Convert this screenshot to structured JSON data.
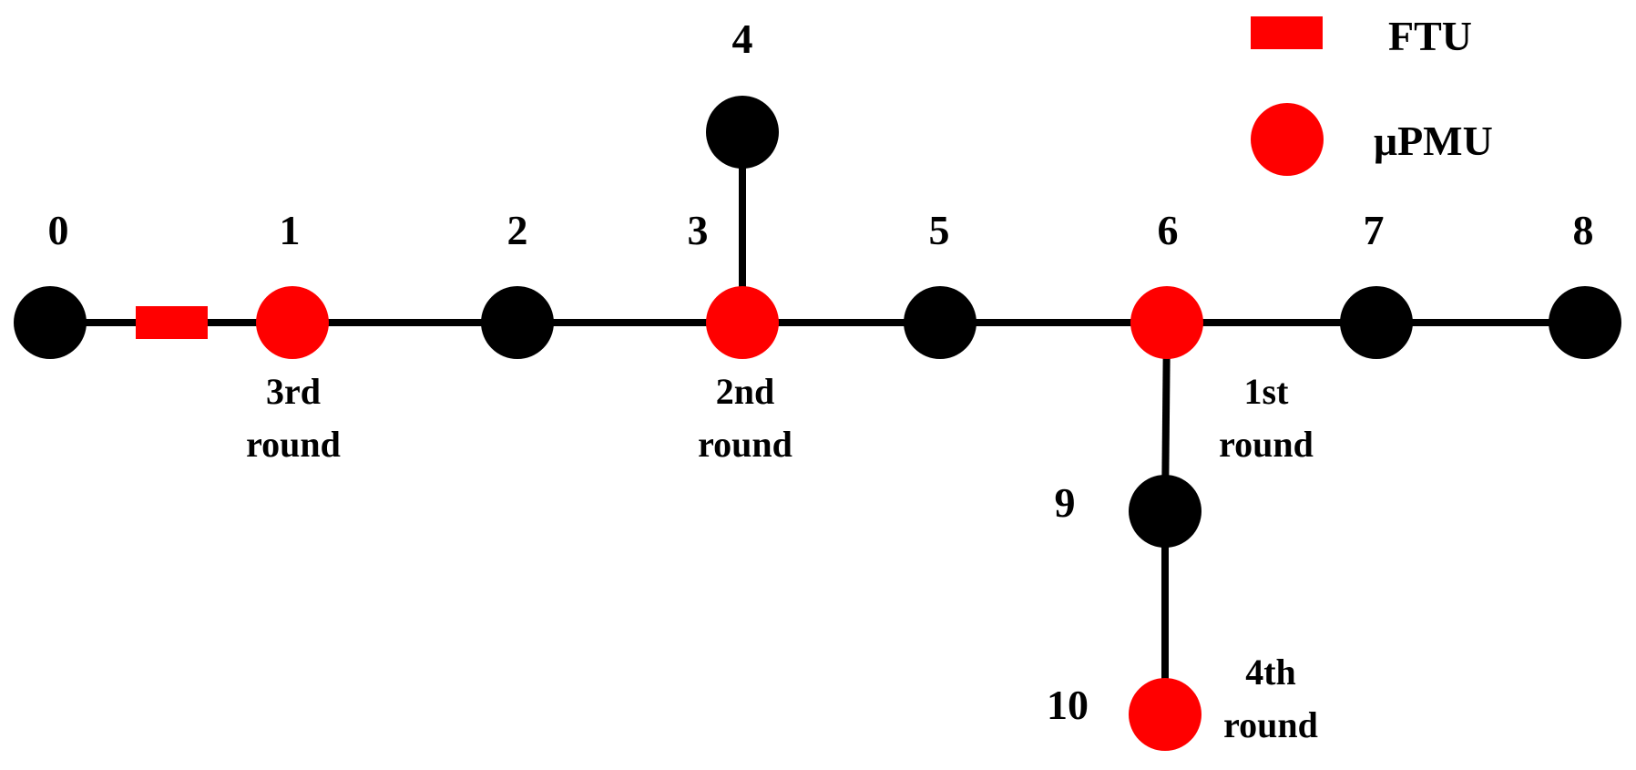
{
  "colors": {
    "line": "#000000",
    "plain_node": "#000000",
    "pmu_node": "#ff0000",
    "ftu": "#ff0000"
  },
  "legend": {
    "ftu_label": "FTU",
    "pmu_label": "μPMU"
  },
  "nodes": [
    {
      "id": "0",
      "label": "0",
      "type": "plain"
    },
    {
      "id": "1",
      "label": "1",
      "type": "pmu"
    },
    {
      "id": "2",
      "label": "2",
      "type": "plain"
    },
    {
      "id": "3",
      "label": "3",
      "type": "pmu"
    },
    {
      "id": "4",
      "label": "4",
      "type": "plain"
    },
    {
      "id": "5",
      "label": "5",
      "type": "plain"
    },
    {
      "id": "6",
      "label": "6",
      "type": "pmu"
    },
    {
      "id": "7",
      "label": "7",
      "type": "plain"
    },
    {
      "id": "8",
      "label": "8",
      "type": "plain"
    },
    {
      "id": "9",
      "label": "9",
      "type": "plain"
    },
    {
      "id": "10",
      "label": "10",
      "type": "pmu"
    }
  ],
  "edges": [
    {
      "from": "0",
      "to": "1",
      "ftu": true
    },
    {
      "from": "1",
      "to": "2",
      "ftu": false
    },
    {
      "from": "2",
      "to": "3",
      "ftu": false
    },
    {
      "from": "3",
      "to": "4",
      "ftu": false
    },
    {
      "from": "3",
      "to": "5",
      "ftu": false
    },
    {
      "from": "5",
      "to": "6",
      "ftu": false
    },
    {
      "from": "6",
      "to": "7",
      "ftu": false
    },
    {
      "from": "7",
      "to": "8",
      "ftu": false
    },
    {
      "from": "6",
      "to": "9",
      "ftu": false
    },
    {
      "from": "9",
      "to": "10",
      "ftu": false
    }
  ],
  "rounds": [
    {
      "node": "6",
      "line1": "1st",
      "line2": "round"
    },
    {
      "node": "3",
      "line1": "2nd",
      "line2": "round"
    },
    {
      "node": "1",
      "line1": "3rd",
      "line2": "round"
    },
    {
      "node": "10",
      "line1": "4th",
      "line2": "round"
    }
  ]
}
